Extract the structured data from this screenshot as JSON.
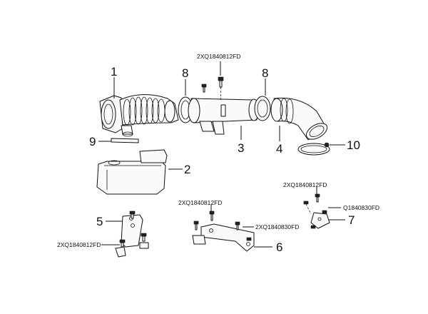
{
  "callouts": {
    "c1": "1",
    "c2": "2",
    "c3": "3",
    "c4": "4",
    "c5": "5",
    "c6": "6",
    "c7": "7",
    "c8a": "8",
    "c8b": "8",
    "c9": "9",
    "c10": "10"
  },
  "codes": {
    "top_screw": "2XQ1840812FD",
    "left_screw": "2XQ1840812FD",
    "bracket6_screw": "2XQ1840812FD",
    "bracket6_nut": "2XQ1840830FD",
    "bracket7_screw": "2XQ1840812FD",
    "bracket7_nut": "Q1840830FD"
  }
}
